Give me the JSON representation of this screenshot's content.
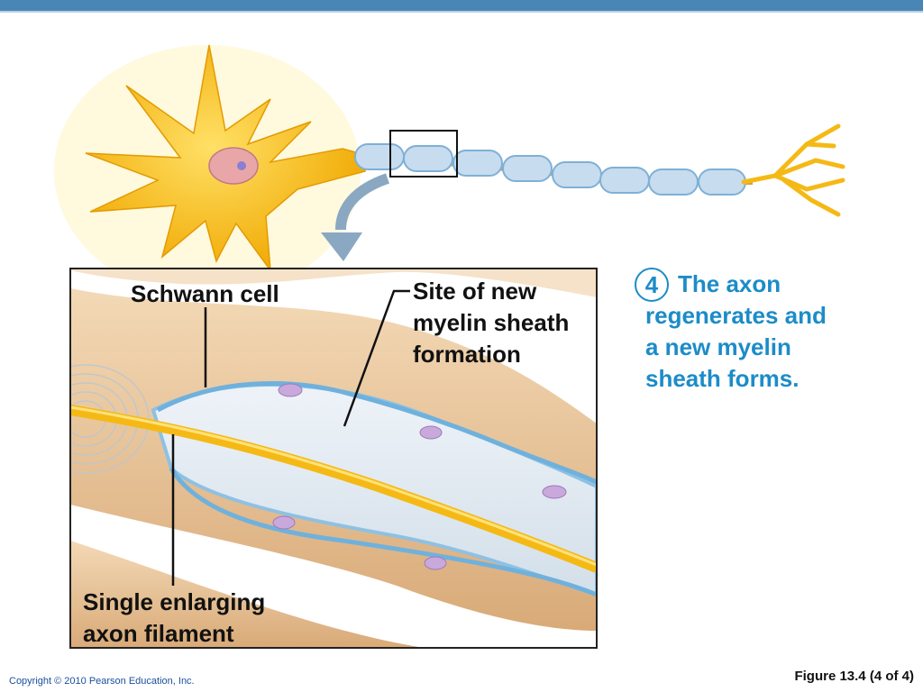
{
  "labels": {
    "schwann_cell": "Schwann cell",
    "site_new_myelin": "Site of new\nmyelin sheath\nformation",
    "single_enlarging": "Single enlarging\naxon filament"
  },
  "step": {
    "number": "4",
    "text": "The axon\nregenerates and\na new myelin\nsheath forms."
  },
  "footer": {
    "copyright": "Copyright © 2010 Pearson Education, Inc.",
    "figure": "Figure 13.4 (4 of 4)"
  },
  "colors": {
    "accent_blue": "#1c8cc8",
    "header_bar": "#4a86b5",
    "neuron_yellow": "#f5b916",
    "myelin_blue": "#a9cbe6",
    "tissue_tan": "#e6c49c"
  }
}
